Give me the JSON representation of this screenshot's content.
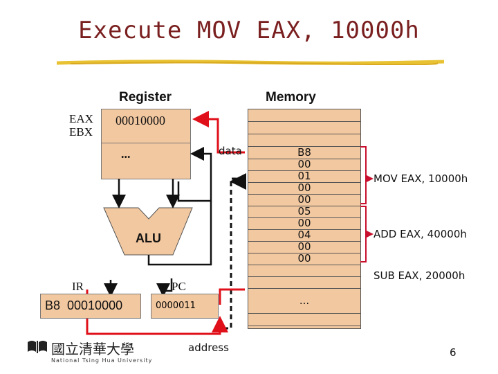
{
  "title": "Execute MOV EAX, 10000h",
  "register": {
    "header": "Register",
    "eax_label": "EAX",
    "ebx_label": "EBX",
    "eax_value": "00010000",
    "ellipsis": "..."
  },
  "memory": {
    "header": "Memory",
    "bytes": [
      "B8",
      "00",
      "01",
      "00",
      "00",
      "05",
      "00",
      "04",
      "00",
      "00"
    ],
    "ellipsis": "..."
  },
  "labels": {
    "data": "data",
    "alu": "ALU",
    "ir": "IR",
    "pc": "PC",
    "address": "address"
  },
  "ir_value": "B8  00010000",
  "pc_value": "0000011",
  "instructions": [
    "MOV EAX, 10000h",
    "ADD EAX, 40000h",
    "SUB EAX, 20000h"
  ],
  "page_number": "6",
  "logo": {
    "chinese": "國立清華大學",
    "english": "National Tsing Hua University"
  },
  "colors": {
    "title": "#7a1f1f",
    "box_fill": "#f2c8a0",
    "bus_red": "#e0101a",
    "bracket": "#c8102e",
    "underline": "#e8c232"
  }
}
